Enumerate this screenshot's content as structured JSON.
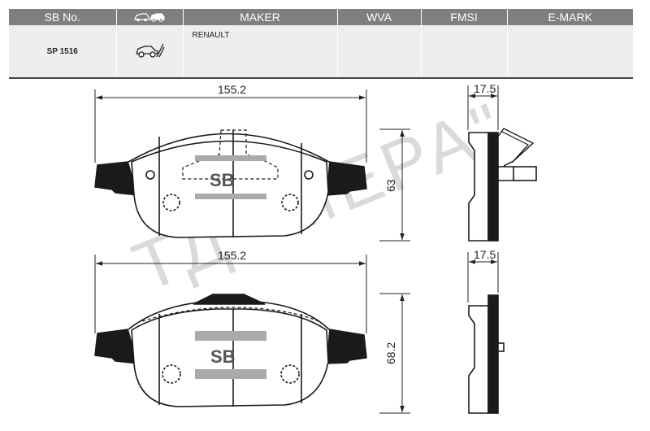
{
  "table": {
    "headers": {
      "sb_no": "SB No.",
      "maker": "MAKER",
      "wva": "WVA",
      "fmsi": "FMSI",
      "emark": "E-MARK"
    },
    "row": {
      "sb_no": "SP 1516",
      "maker": "RENAULT",
      "wva": "",
      "fmsi": "",
      "emark": ""
    }
  },
  "drawing": {
    "top_pad": {
      "width": "155.2",
      "height": "63",
      "thickness": "17.5"
    },
    "bottom_pad": {
      "width": "155.2",
      "height": "68.2",
      "thickness": "17.5"
    },
    "logo_text": "SB",
    "watermark": "ТД \"МЕРА\""
  },
  "icons": {
    "car_header": "car-pair-icon",
    "car_row": "car-brake-icon"
  },
  "colors": {
    "header_bg": "#7f7f7f",
    "cell_bg": "#eeeeee",
    "ink": "#1a1a1a"
  }
}
